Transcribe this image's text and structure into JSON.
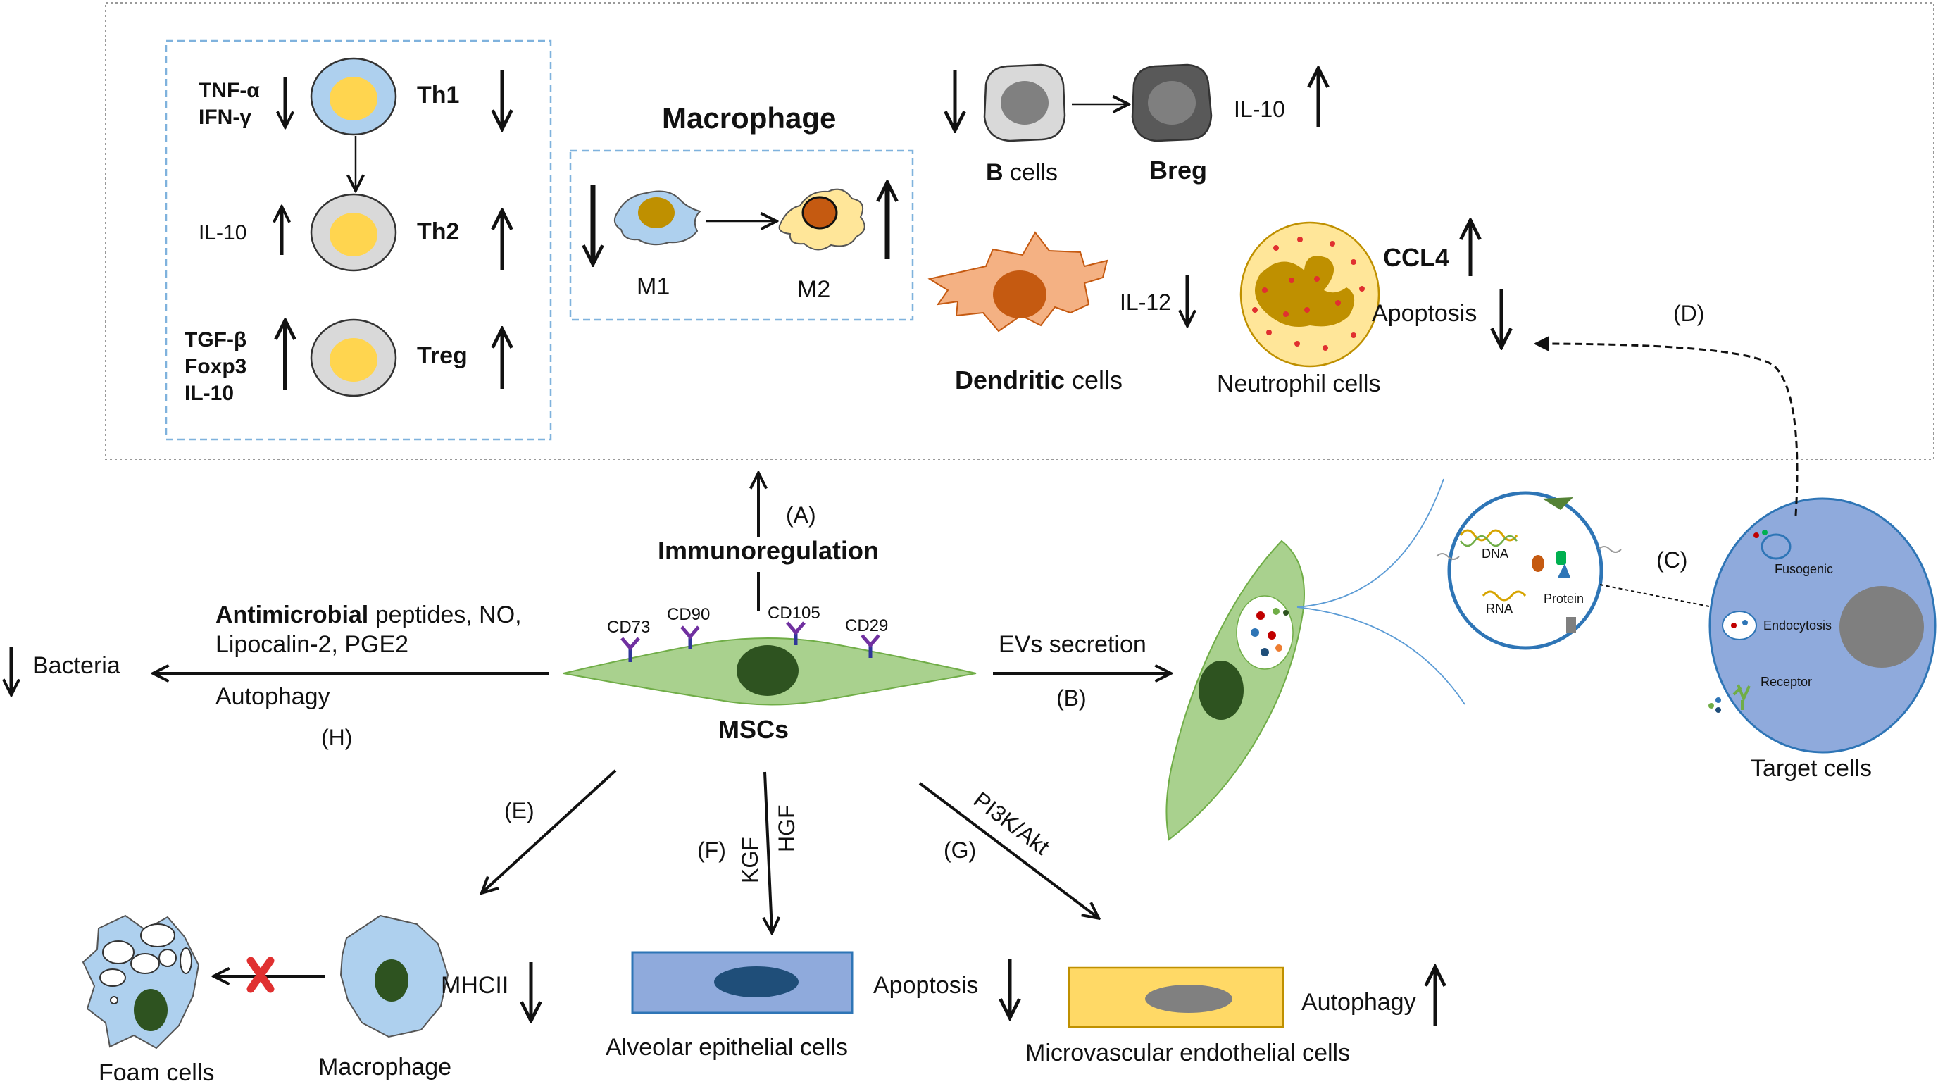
{
  "colors": {
    "border_dotted": "#999999",
    "box_dashed": "#7fb2dd",
    "cell_blue": "#aed0ee",
    "nucleus_yellow": "#ffd54f",
    "cell_gray": "#d9d9d9",
    "msc_green": "#a9d18e",
    "nucleus_dark_green": "#2e5320",
    "dendritic_orange": "#f4b183",
    "dendritic_nucleus": "#c55a11",
    "alveolar_blue": "#8faadc",
    "alveolar_nucleus": "#1f4e79",
    "endothelial_yellow": "#ffd966",
    "target_cell_blue": "#8faadc",
    "red_x": "#e03030",
    "arrow": "#111111"
  },
  "tcells": {
    "th1_factors": [
      "TNF-α",
      "IFN-γ"
    ],
    "th1_label": "Th1",
    "th2_factor": "IL-10",
    "th2_label": "Th2",
    "treg_factors": [
      "TGF-β",
      "Foxp3",
      "IL-10"
    ],
    "treg_label": "Treg"
  },
  "macrophage_box": {
    "title": "Macrophage",
    "m1": "M1",
    "m2": "M2"
  },
  "bcells": {
    "b_bold": "B",
    "b_rest": " cells",
    "breg": "Breg",
    "il10": "IL-10"
  },
  "dendritic": {
    "il12": "IL-12",
    "label_bold": "Dendritic",
    "label_rest": " cells"
  },
  "neutrophil": {
    "ccl4": "CCL4",
    "apoptosis": "Apoptosis",
    "label": "Neutrophil cells"
  },
  "center": {
    "a_label": "(A)",
    "immunoregulation": "Immunoregulation",
    "cd73": "CD73",
    "cd90": "CD90",
    "cd105": "CD105",
    "cd29": "CD29",
    "mscs": "MSCs"
  },
  "left_branch": {
    "antimicrobial_bold": "Antimicrobial",
    "antimicrobial_rest": " peptides, NO,",
    "line2": "Lipocalin-2, PGE2",
    "autophagy": "Autophagy",
    "h_label": "(H)",
    "bacteria": "Bacteria"
  },
  "right_branch": {
    "evs_secretion": "EVs secretion",
    "b_label": "(B)",
    "dna": "DNA",
    "rna": "RNA",
    "protein": "Protein",
    "c_label": "(C)",
    "d_label": "(D)",
    "fusogenic": "Fusogenic",
    "endocytosis": "Endocytosis",
    "receptor": "Receptor",
    "target_cells": "Target cells"
  },
  "bottom": {
    "e_label": "(E)",
    "f_label": "(F)",
    "kgf": "KGF",
    "hgf": "HGF",
    "g_label": "(G)",
    "pi3k": "PI3K/Akt",
    "mhcii": "MHCII",
    "foam_cells": "Foam cells",
    "macrophage": "Macrophage",
    "apoptosis": "Apoptosis",
    "alveolar": "Alveolar epithelial  cells",
    "autophagy": "Autophagy",
    "endothelial": "Microvascular endothelial cells"
  }
}
